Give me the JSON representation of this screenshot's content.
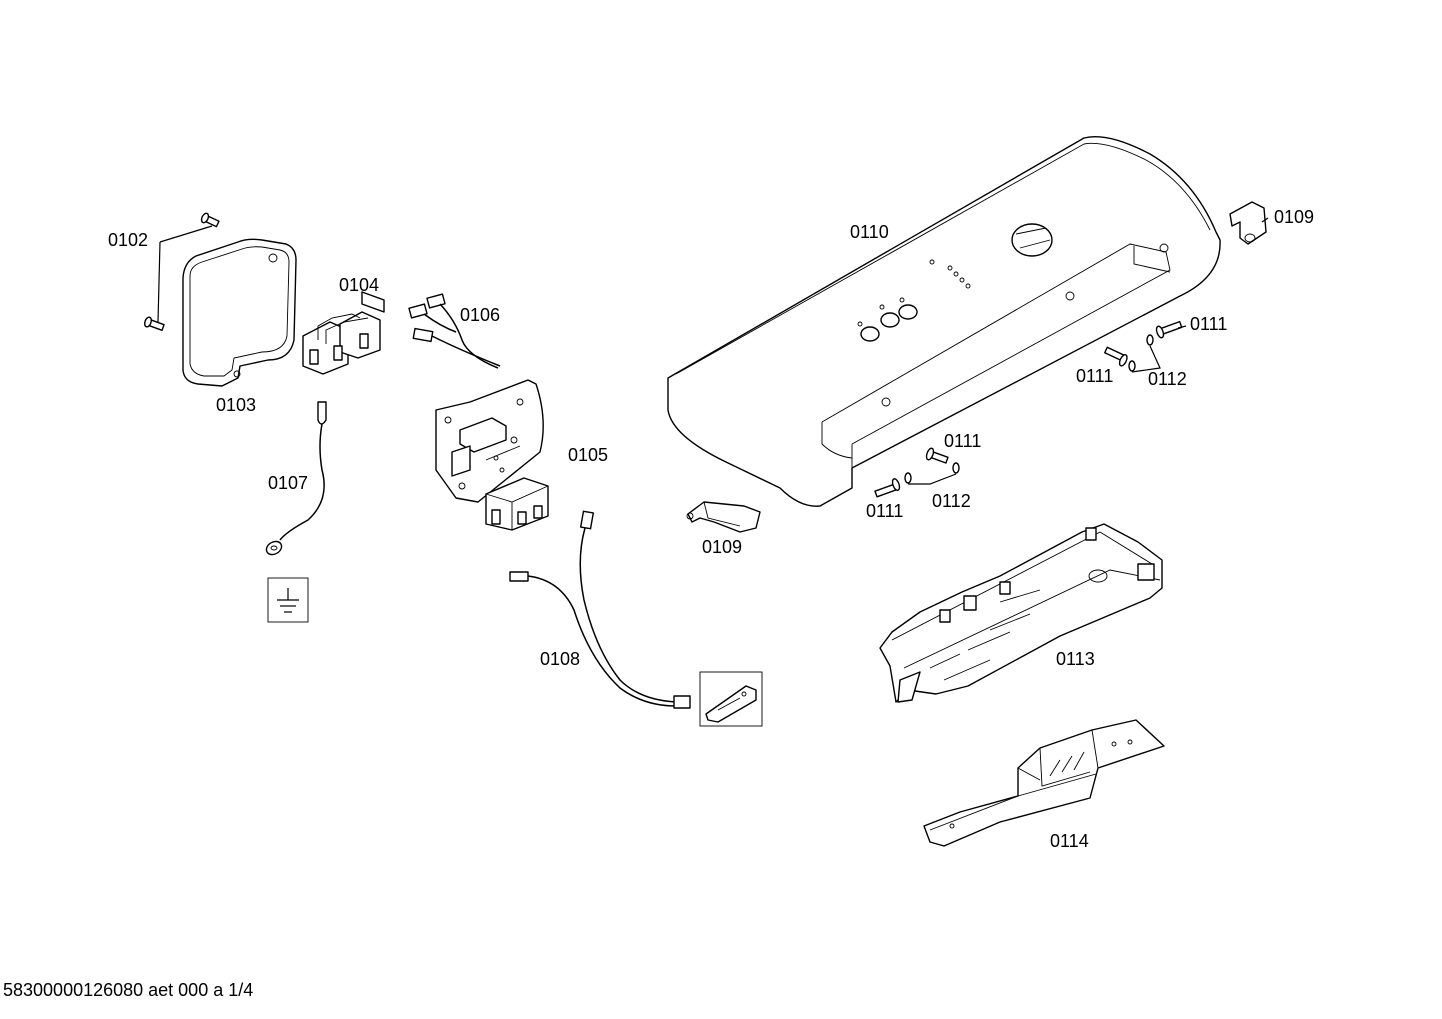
{
  "document": {
    "id_text": "58300000126080 aet 000 a 1/4"
  },
  "labels": {
    "l0102": "0102",
    "l0103": "0103",
    "l0104": "0104",
    "l0105": "0105",
    "l0106": "0106",
    "l0107": "0107",
    "l0108": "0108",
    "l0109a": "0109",
    "l0109b": "0109",
    "l0110": "0110",
    "l0111a": "0111",
    "l0111b": "0111",
    "l0111c": "0111",
    "l0111d": "0111",
    "l0112a": "0112",
    "l0112b": "0112",
    "l0113": "0113",
    "l0114": "0114"
  }
}
